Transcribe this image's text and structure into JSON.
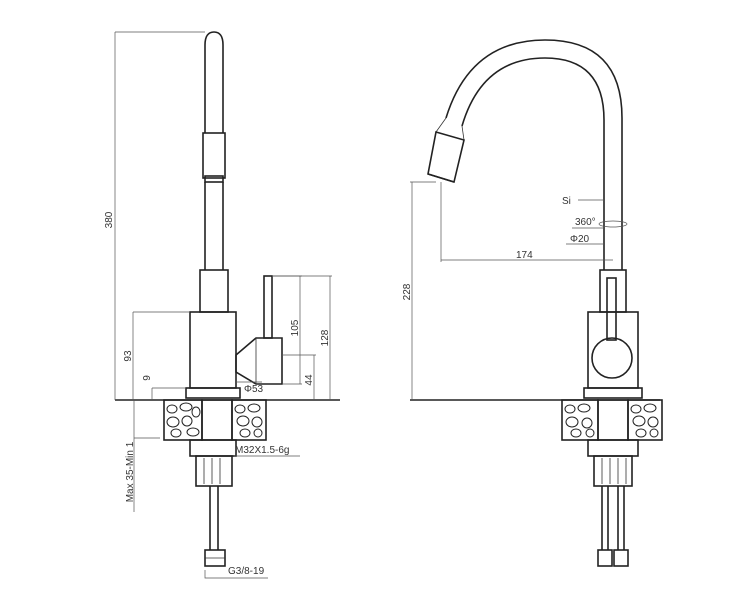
{
  "labels": {
    "height_total": "380",
    "body_height": "93",
    "base_9": "9",
    "handle_105": "105",
    "body_128": "128",
    "base_44": "44",
    "body_dia": "Φ53",
    "thread": "M32X1.5-6g",
    "deck_thickness": "Max 35-Min 1",
    "hose_thread": "G3/8-19",
    "spout_height": "228",
    "spout_reach": "174",
    "swivel_symbol": "Si",
    "rotation": "360°",
    "spout_dia": "Φ20"
  },
  "colors": {
    "line": "#222222",
    "dimension": "#555555",
    "background": "#ffffff"
  }
}
